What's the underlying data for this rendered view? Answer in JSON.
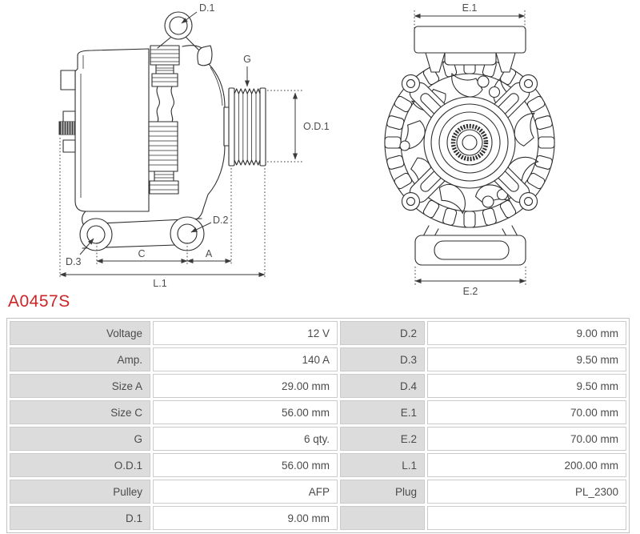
{
  "part_number": "A0457S",
  "colors": {
    "accent_red": "#cc2526",
    "table_label_bg": "#dcdcdc",
    "table_border": "#cbcbcb",
    "line_color": "#2e2e2e"
  },
  "diagram": {
    "views": {
      "side": "alternator-side-view",
      "front": "alternator-front-view"
    },
    "labels": {
      "d1": "D.1",
      "d2": "D.2",
      "d3": "D.3",
      "c": "C",
      "a": "A",
      "l1": "L.1",
      "g": "G",
      "od1": "O.D.1",
      "e1": "E.1",
      "e2": "E.2"
    }
  },
  "table": {
    "rows": [
      {
        "label1": "Voltage",
        "value1": "12 V",
        "label2": "D.2",
        "value2": "9.00 mm"
      },
      {
        "label1": "Amp.",
        "value1": "140 A",
        "label2": "D.3",
        "value2": "9.50 mm"
      },
      {
        "label1": "Size A",
        "value1": "29.00 mm",
        "label2": "D.4",
        "value2": "9.50 mm"
      },
      {
        "label1": "Size C",
        "value1": "56.00 mm",
        "label2": "E.1",
        "value2": "70.00 mm"
      },
      {
        "label1": "G",
        "value1": "6 qty.",
        "label2": "E.2",
        "value2": "70.00 mm"
      },
      {
        "label1": "O.D.1",
        "value1": "56.00 mm",
        "label2": "L.1",
        "value2": "200.00 mm"
      },
      {
        "label1": "Pulley",
        "value1": "AFP",
        "label2": "Plug",
        "value2": "PL_2300"
      },
      {
        "label1": "D.1",
        "value1": "9.00 mm",
        "label2": "",
        "value2": ""
      }
    ]
  }
}
